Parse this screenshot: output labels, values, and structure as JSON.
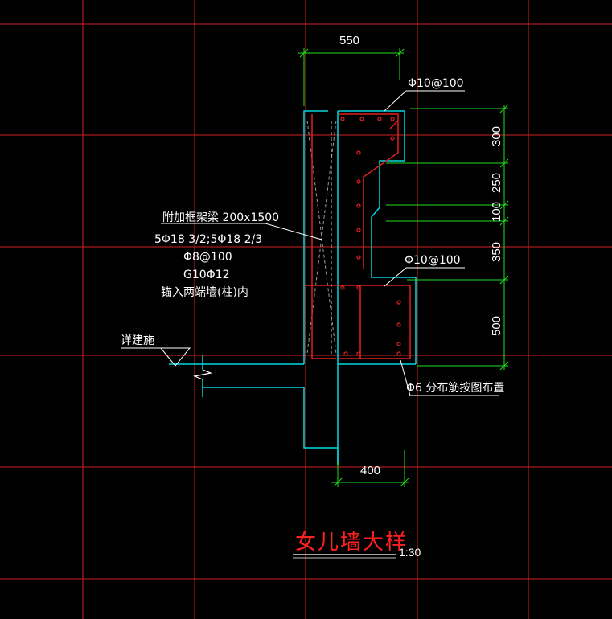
{
  "colors": {
    "background": "#000000",
    "grid": "#d42020",
    "outline": "#00d8e0",
    "rebar": "#e02020",
    "dimension": "#20e020",
    "text": "#ffffff",
    "title": "#ff2020",
    "hatch": "#9a9a9a"
  },
  "dimensions": {
    "top_width": "550",
    "bottom_width": "400",
    "h_300": "300",
    "h_250": "250",
    "h_100": "100",
    "h_350": "350",
    "h_500": "500"
  },
  "labels": {
    "rebar_top": "Φ10@100",
    "rebar_mid": "Φ10@100",
    "distribution": "Φ6 分布筋按图布置",
    "detail_ref": "详建施",
    "beam_title": "附加框架梁 200x1500",
    "beam_line2": "5Φ18 3/2;5Φ18 2/3",
    "beam_line3": "Φ8@100",
    "beam_line4": "G10Φ12",
    "beam_line5": "锚入两端墙(柱)内"
  },
  "title": {
    "main": "女儿墙大样",
    "scale": "1:30"
  }
}
